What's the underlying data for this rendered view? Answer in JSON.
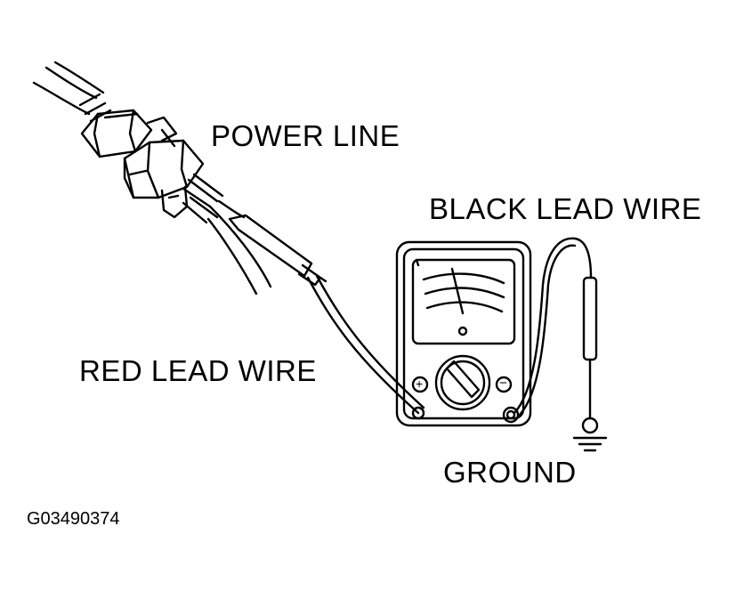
{
  "labels": {
    "power_line": "POWER LINE",
    "black_lead_wire": "BLACK LEAD WIRE",
    "red_lead_wire": "RED LEAD WIRE",
    "ground": "GROUND"
  },
  "figure_code": "G03490374",
  "meter": {
    "positive_terminal_symbol": "+",
    "negative_terminal_symbol": "−"
  },
  "colors": {
    "line": "#000000",
    "background": "#ffffff"
  }
}
